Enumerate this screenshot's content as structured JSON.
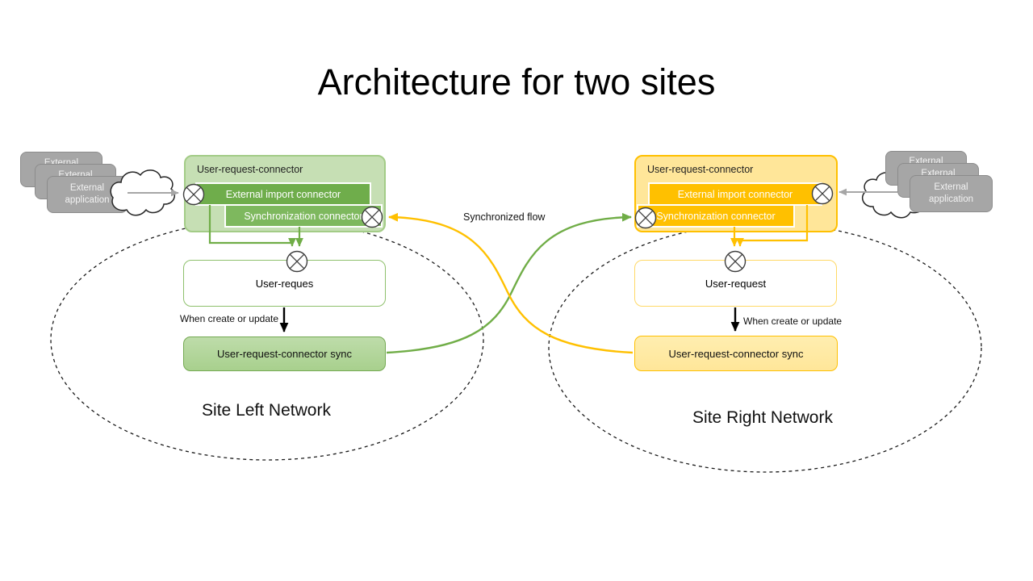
{
  "slide": {
    "title": "Architecture for two sites"
  },
  "center": {
    "sync_flow_label": "Synchronized flow"
  },
  "left_site": {
    "network_label": "Site Left Network",
    "external_app_label": "External application",
    "connector_group_title": "User-request-connector",
    "import_connector_label": "External import connector",
    "sync_connector_label": "Synchronization connector",
    "request_box_label": "User-reques",
    "trigger_label": "When create or update",
    "sync_box_label": "User-request-connector sync"
  },
  "right_site": {
    "network_label": "Site Right Network",
    "external_app_label": "External application",
    "connector_group_title": "User-request-connector",
    "import_connector_label": "External import connector",
    "sync_connector_label": "Synchronization connector",
    "request_box_label": "User-request",
    "trigger_label": "When create or update",
    "sync_box_label": "User-request-connector sync"
  },
  "icons": {
    "junction": "circled-x",
    "cloud": "cloud-shape"
  },
  "colors": {
    "green_dark": "#70ad47",
    "green_medium": "#a9d18e",
    "green_light": "#c6dfb4",
    "gold_dark": "#ffc000",
    "gold_light": "#ffe699",
    "gray_box": "#a6a6a6",
    "arrow_black": "#000000"
  }
}
